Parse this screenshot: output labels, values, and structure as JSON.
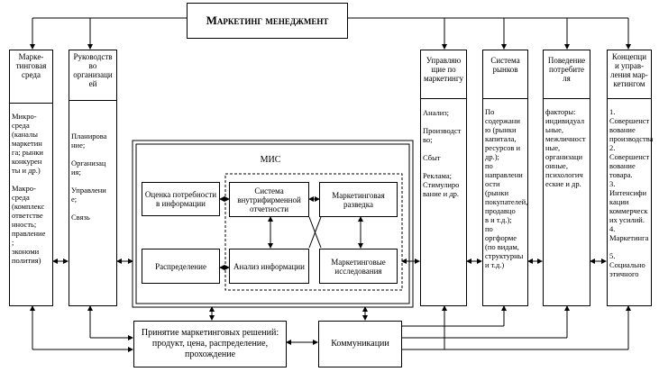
{
  "header": {
    "title": "Маркетинг менеджмент"
  },
  "columns": [
    {
      "id": "marketing-env",
      "title": "Марке-\nтинговая\nсреда",
      "body": "Микро-\nсреда\n(каналы\nмаркетин\nга; рынки\nконкурен\nты и др.)\n\nМакро-\nсреда\n(комплекс\nответстве\nнность;\nправление\n;\nэкономи\nполития)"
    },
    {
      "id": "org-management",
      "title": "Руководств\nво\nорганизаци\nей",
      "body": "Планирова\nние;\n\nОрганизац\nия;\n\nУправлени\nе;\n\nСвязь"
    },
    {
      "id": "marketing-mgmt",
      "title": "Управляю\nщие по\nмаркетингу",
      "body": "Анализ;\n\nПроизводст\nво;\n\nСбыт\n\nРеклама;\nСтимулиро\nвание и др."
    },
    {
      "id": "market-system",
      "title": "Система\nрынков",
      "body": "По\nсодержани\nю (рынки\nкапитала,\nресурсов и\nдр.);\nпо\nнаправлени\nости\n(рынки\nпокупателей,\nпродавцо\nв и т.д.);\nпо\nоргформе\n(по видам,\nструктурны\nи т.д.)"
    },
    {
      "id": "consumer-behavior",
      "title": "Поведение\nпотребите\nля",
      "body": "факторы:\nиндивидуал\nьные,\nмежличност\nные,\nорганизаци\nонные,\nпсихологич\nеские и др."
    },
    {
      "id": "marketing-concepts",
      "title": "Концепци\nи управ-\nления мар-\nкетингом",
      "body": "1.\nСовершенст\nвование\nпроизводства\n2.\nСовершенст\nвование\nтовара.\n3.\nИнтенсифи\nкации\nкоммерческ\nих усилий.\n4.\nМаркетинга\n\n5.\nСоциально\nэтичного"
    }
  ],
  "mis": {
    "title": "МИС",
    "boxes": {
      "needs": "Оценка потребности в информации",
      "internal": "Система внутрифирменной отчетности",
      "intel": "Маркетинговая разведка",
      "distribution": "Распределение",
      "analysis": "Анализ информации",
      "research": "Маркетинговые исследования"
    }
  },
  "bottom": {
    "decisions": "Принятие маркетинговых решений: продукт, цена, распределение, прохождение",
    "communications": "Коммуникации"
  }
}
